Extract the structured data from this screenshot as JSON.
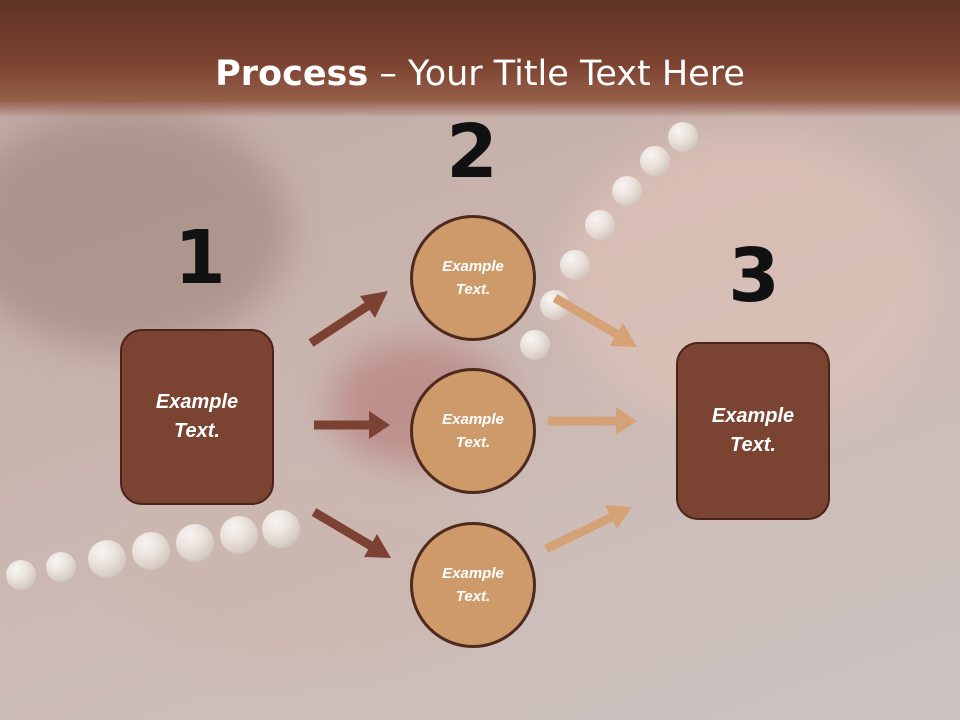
{
  "title": {
    "bold": "Process",
    "rest": " – Your Title Text Here"
  },
  "steps": [
    {
      "number": "1",
      "label": "Example\nText."
    },
    {
      "number": "2",
      "label": "Example\nText."
    },
    {
      "number": "3",
      "label": "Example\nText."
    }
  ],
  "middle_circles": [
    {
      "label": "Example\nText."
    },
    {
      "label": "Example\nText."
    },
    {
      "label": "Example\nText."
    }
  ],
  "colors": {
    "header": "#7d4331",
    "box_fill": "#7a4332",
    "circle_fill": "#cf9a6a",
    "arrow_left": "#7b4233",
    "arrow_right": "#d4a276"
  },
  "icons": [
    "arrow-icon"
  ]
}
